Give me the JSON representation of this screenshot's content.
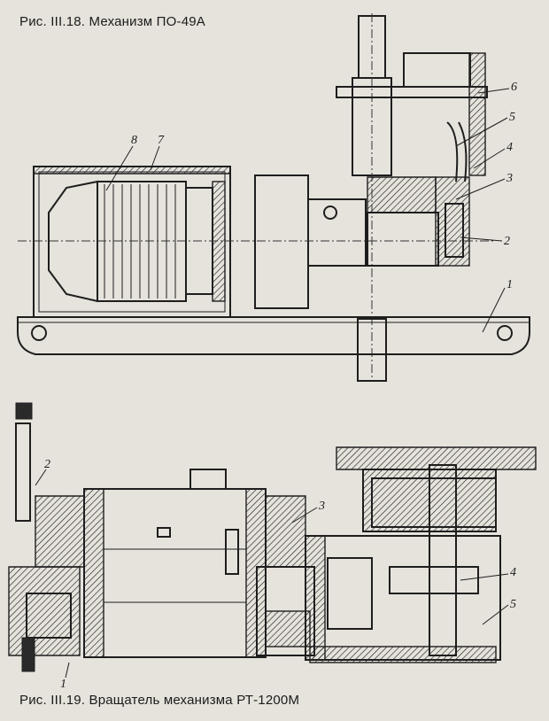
{
  "figure_1": {
    "caption": "Рис. III.18. Механизм ПО-49А",
    "callouts": [
      "1",
      "2",
      "3",
      "4",
      "5",
      "6",
      "7",
      "8"
    ]
  },
  "figure_2": {
    "caption": "Рис. III.19. Вращатель механизма РТ-1200М",
    "callouts": [
      "1",
      "2",
      "3",
      "4",
      "5"
    ]
  }
}
